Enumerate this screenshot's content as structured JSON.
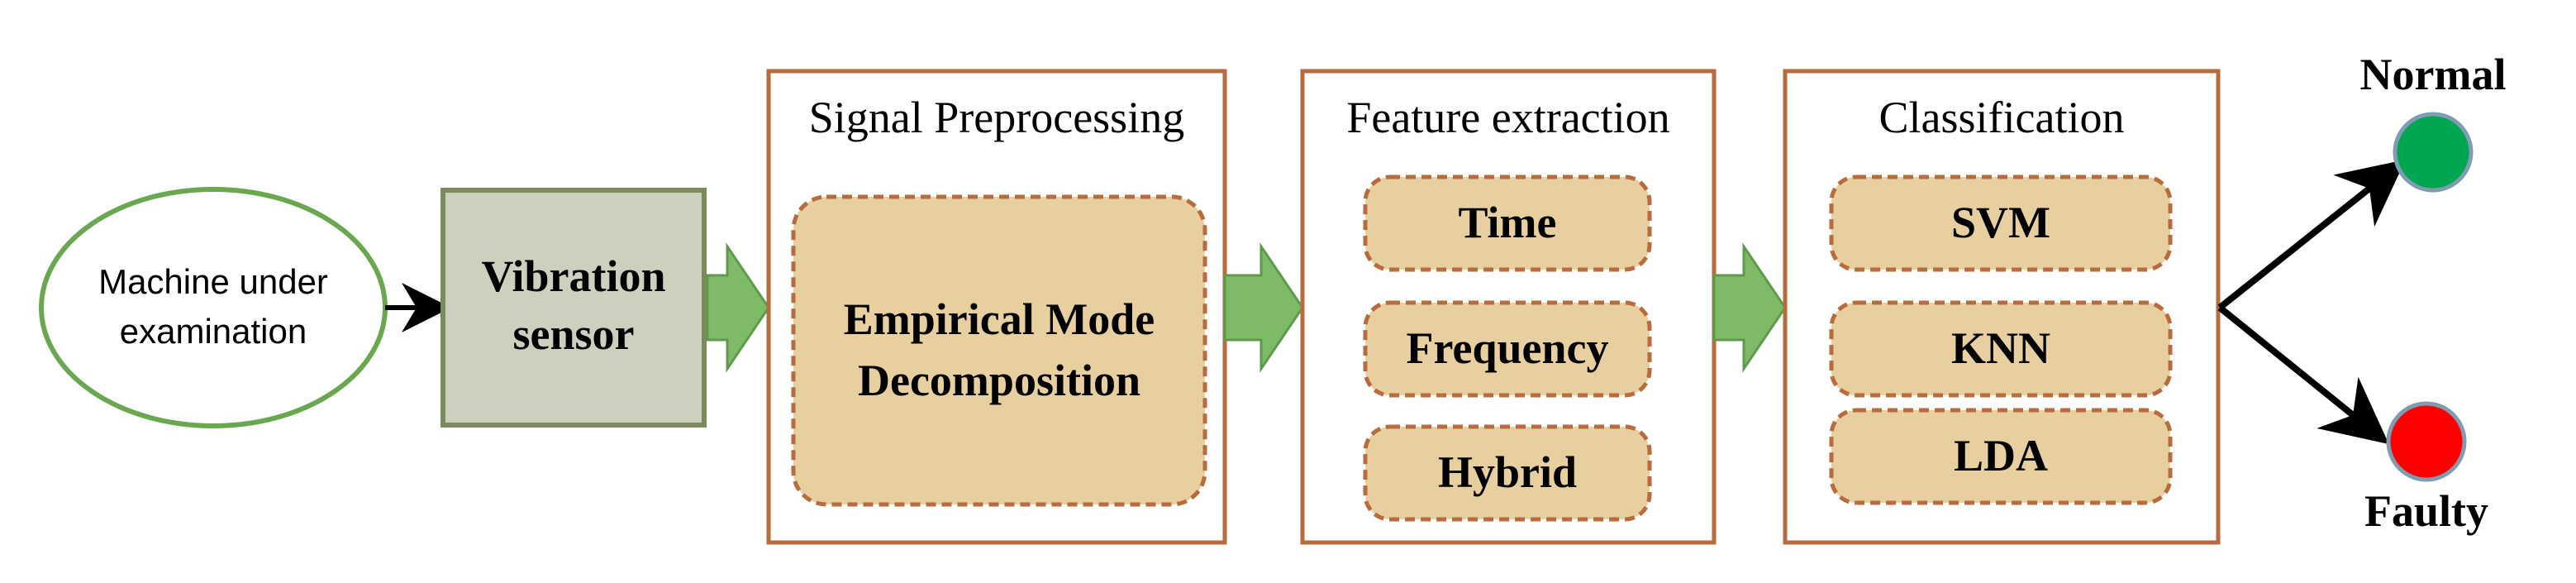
{
  "input": {
    "machine_line1": "Machine under",
    "machine_line2": "examination"
  },
  "sensor": {
    "line1": "Vibration",
    "line2": "sensor"
  },
  "preprocessing": {
    "title": "Signal Preprocessing",
    "method_line1": "Empirical Mode",
    "method_line2": "Decomposition"
  },
  "feature_extraction": {
    "title": "Feature extraction",
    "items": [
      "Time",
      "Frequency",
      "Hybrid"
    ]
  },
  "classification": {
    "title": "Classification",
    "items": [
      "SVM",
      "KNN",
      "LDA"
    ]
  },
  "outputs": {
    "normal": {
      "label": "Normal",
      "color": "#00a651"
    },
    "faulty": {
      "label": "Faulty",
      "color": "#ff0000"
    }
  },
  "colors": {
    "ellipse_stroke": "#6aa84f",
    "sensor_fill": "#cdd0bd",
    "sensor_stroke": "#7a8a5a",
    "panel_stroke": "#b86b3c",
    "item_fill": "#e8cfa0",
    "item_stroke": "#b86b3c",
    "flow_arrow": "#7dbb68",
    "flow_arrow_stroke": "#5f9a4c",
    "circle_stroke": "#7f9cb0"
  }
}
